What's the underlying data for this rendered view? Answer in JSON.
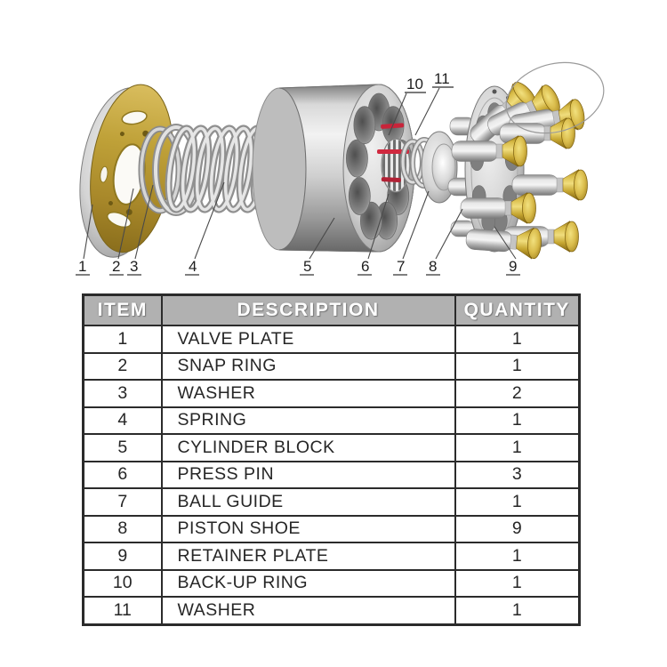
{
  "diagram": {
    "callouts": [
      "1",
      "2",
      "3",
      "4",
      "5",
      "6",
      "7",
      "8",
      "9",
      "10",
      "11"
    ]
  },
  "table": {
    "headers": [
      "ITEM",
      "DESCRIPTION",
      "QUANTITY"
    ],
    "rows": [
      {
        "item": "1",
        "description": "VALVE PLATE",
        "quantity": "1"
      },
      {
        "item": "2",
        "description": "SNAP RING",
        "quantity": "1"
      },
      {
        "item": "3",
        "description": "WASHER",
        "quantity": "2"
      },
      {
        "item": "4",
        "description": "SPRING",
        "quantity": "1"
      },
      {
        "item": "5",
        "description": "CYLINDER BLOCK",
        "quantity": "1"
      },
      {
        "item": "6",
        "description": "PRESS PIN",
        "quantity": "3"
      },
      {
        "item": "7",
        "description": "BALL GUIDE",
        "quantity": "1"
      },
      {
        "item": "8",
        "description": "PISTON SHOE",
        "quantity": "9"
      },
      {
        "item": "9",
        "description": "RETAINER PLATE",
        "quantity": "1"
      },
      {
        "item": "10",
        "description": "BACK-UP RING",
        "quantity": "1"
      },
      {
        "item": "11",
        "description": "WASHER",
        "quantity": "1"
      }
    ]
  },
  "colors": {
    "brass": "#bfa138",
    "steel_gray": "#c9c9c9",
    "pin_red": "#c8243a",
    "header_bg": "#b1b1b1",
    "table_border": "#2b2b2b",
    "text": "#262626"
  }
}
